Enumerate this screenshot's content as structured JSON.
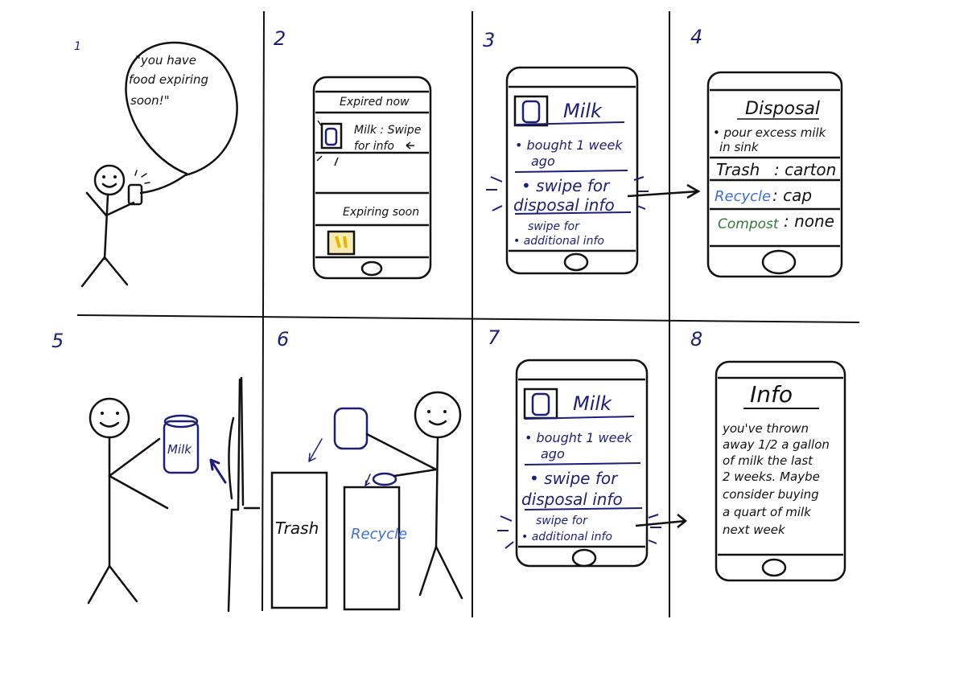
{
  "colors": {
    "ink": "#111111",
    "navy": "#1c1f7a",
    "blue": "#3f6fd8",
    "green": "#2f7a3a",
    "yellow": "#f2d21b"
  },
  "panels": [
    {
      "number": "1",
      "speech": [
        "\"you have",
        "food expiring",
        "soon!\""
      ]
    },
    {
      "number": "2",
      "expired_header": "Expired now",
      "expired_item": [
        "Milk : Swipe",
        "for info"
      ],
      "soon_header": "Expiring soon"
    },
    {
      "number": "3",
      "title": "Milk",
      "bullet1": [
        "• bought 1 week",
        "ago"
      ],
      "bullet2": "• swipe for",
      "bullet2b": "disposal info",
      "bullet3": [
        "swipe for",
        "• additional info"
      ]
    },
    {
      "number": "4",
      "title": "Disposal",
      "note": [
        "• pour excess milk",
        "in sink"
      ],
      "trash_label": "Trash",
      "trash_value": ": carton",
      "recycle_label": "Recycle",
      "recycle_value": ": cap",
      "compost_label": "Compost",
      "compost_value": ": none"
    },
    {
      "number": "5",
      "jar_label": "Milk"
    },
    {
      "number": "6",
      "trash_bin": "Trash",
      "recycle_bin": "Recycle"
    },
    {
      "number": "7",
      "title": "Milk",
      "bullet1": [
        "• bought 1 week",
        "ago"
      ],
      "bullet2": "• swipe for",
      "bullet2b": "disposal info",
      "bullet3": [
        "swipe for",
        "• additional info"
      ]
    },
    {
      "number": "8",
      "title": "Info",
      "body": [
        "you've thrown",
        "away 1/2 a gallon",
        "of milk the last",
        "2 weeks. Maybe",
        "consider buying",
        "a quart of milk",
        "next week"
      ]
    }
  ]
}
